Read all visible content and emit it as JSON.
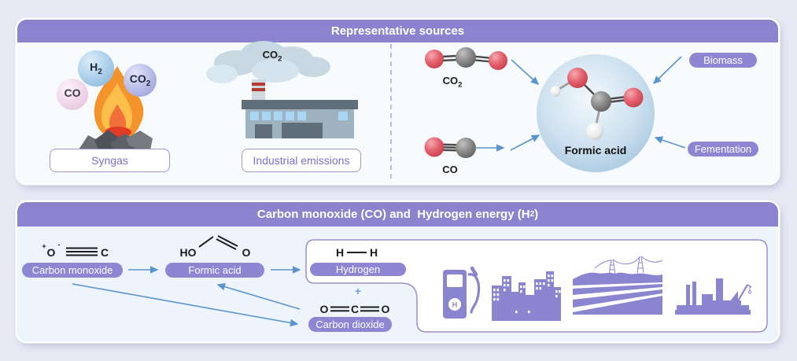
{
  "colors": {
    "page_background": "#e7e9f5",
    "panel_header": "#8b83cd",
    "panel_body_top": "#f8fbfe",
    "panel_body_bottom": "#edf4fb",
    "pill_purple": "#8d86d2",
    "arrow_blue": "#5b94cc",
    "label_box_border": "#a096cc",
    "label_box_text": "#7b6fc0",
    "icon_purple": "#8a85cf",
    "oxygen_red": "#e2606c",
    "carbon_gray": "#8a8a8a"
  },
  "top_panel": {
    "title": "Representative sources",
    "syngas": {
      "label": "Syngas",
      "bubbles": [
        {
          "text": "H",
          "sub": "2"
        },
        {
          "text": "CO",
          "sub": "2"
        },
        {
          "text": "CO",
          "sub": ""
        }
      ]
    },
    "industrial": {
      "label": "Industrial emissions",
      "smoke_label": {
        "text": "CO",
        "sub": "2"
      }
    },
    "formic": {
      "co2_label": {
        "text": "CO",
        "sub": "2"
      },
      "co_label": "CO",
      "molecule_label": "Formic acid",
      "biomass_label": "Biomass",
      "fermentation_label": "Fementation"
    }
  },
  "bottom_panel": {
    "title": {
      "text": "Carbon monoxide (CO) and  Hydrogen energy (H",
      "sub": "2",
      "suffix": ")"
    },
    "carbon_monoxide": {
      "pill": "Carbon monoxide",
      "sup_plus": "+",
      "atom_o": "O",
      "sup_minus": "-",
      "atom_c": "C"
    },
    "formic_acid": {
      "pill": "Formic acid",
      "atom_ho": "HO",
      "atom_o": "O"
    },
    "hydrogen": {
      "pill": "Hydrogen",
      "atom_h1": "H",
      "atom_h2": "H"
    },
    "plus_sign": "+",
    "carbon_dioxide": {
      "pill": "Carbon dioxide",
      "atom_o1": "O",
      "atom_c": "C",
      "atom_o2": "O"
    },
    "pump_letter": "H",
    "application_icons": [
      "hydrogen-fuel-pump",
      "city-buildings",
      "transport-infrastructure",
      "industrial-port"
    ]
  }
}
